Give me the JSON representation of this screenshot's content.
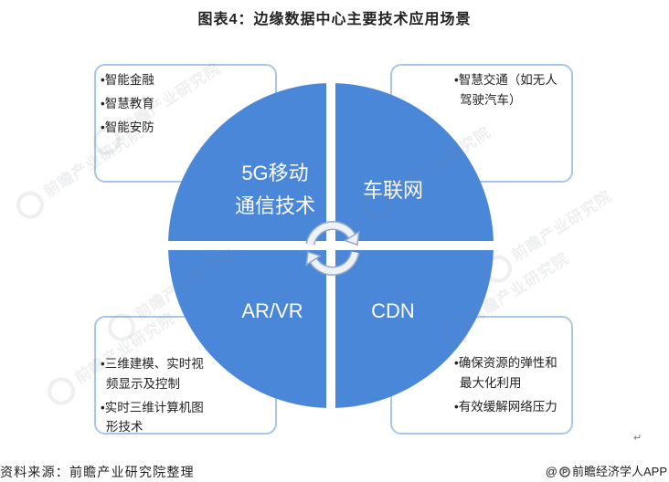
{
  "title": "图表4：边缘数据中心主要技术应用场景",
  "hub": {
    "quadrants": {
      "top_left": {
        "lines": [
          "5G移动",
          "通信技术"
        ]
      },
      "top_right": {
        "lines": [
          "车联网"
        ]
      },
      "bottom_left": {
        "lines": [
          "AR/VR"
        ]
      },
      "bottom_right": {
        "lines": [
          "CDN"
        ]
      }
    },
    "center_icon": "cycle-arrows-icon"
  },
  "boxes": {
    "top_left": {
      "items": [
        {
          "lines": [
            "•智能金融"
          ]
        },
        {
          "lines": [
            "•智慧教育"
          ]
        },
        {
          "lines": [
            "•智能安防"
          ]
        }
      ]
    },
    "top_right": {
      "items": [
        {
          "lines": [
            "•智慧交通（如无人",
            "驾驶汽车）"
          ]
        }
      ]
    },
    "bottom_left": {
      "items": [
        {
          "lines": [
            "•三维建模、实时视",
            "频显示及控制"
          ]
        },
        {
          "lines": [
            "•实时三维计算机图",
            "形技术"
          ]
        }
      ]
    },
    "bottom_right": {
      "items": [
        {
          "lines": [
            "•确保资源的弹性和",
            "最大化利用"
          ]
        },
        {
          "lines": [
            "•有效缓解网络压力"
          ]
        }
      ]
    }
  },
  "footer": {
    "source": "资料来源：前瞻产业研究院整理",
    "brand_prefix": "@",
    "brand": "前瞻经济学人APP",
    "brand_icon": "qianzhan-logo-icon"
  },
  "paragraph_mark": "↵",
  "watermark": "前瞻产业研究院",
  "colors": {
    "quadrant": "#4a87d9",
    "quadrant_label": "#ffffff",
    "box_border": "#a7c7e8",
    "text": "#222222",
    "title": "#222222",
    "arrow_fill": "#eef2f7",
    "arrow_stroke": "#8ea9cc"
  }
}
